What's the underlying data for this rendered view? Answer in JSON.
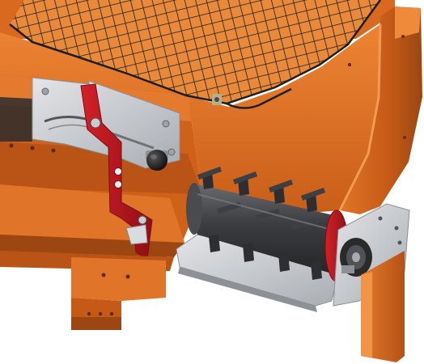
{
  "colors": {
    "background": "#ffffff",
    "orange_body": "#d8691e",
    "orange_light": "#ee8a3a",
    "orange_shadow": "#a34c14",
    "orange_dark": "#7a3810",
    "grid_wire": "#1e1e1e",
    "red_lever": "#c0161e",
    "red_dark": "#7e0d12",
    "steel_plate": "#c9ccd0",
    "steel_dark": "#8d9196",
    "roller_dark": "#3a3b3e",
    "roller_mid": "#55575b",
    "knob_black": "#1a1a1a"
  },
  "parts": [
    {
      "id": "hopper-grid",
      "icon": "wire-mesh-grid"
    },
    {
      "id": "hopper-frame",
      "icon": "orange-sheet-metal-frame"
    },
    {
      "id": "adjustment-plate",
      "icon": "steel-bracket-plate"
    },
    {
      "id": "red-lever",
      "icon": "red-adjustment-lever"
    },
    {
      "id": "control-knob",
      "icon": "black-round-knob"
    },
    {
      "id": "spiked-roller",
      "icon": "spiked-agitator-roller"
    },
    {
      "id": "roller-end-disc",
      "icon": "red-end-disc"
    },
    {
      "id": "bearing-plate",
      "icon": "steel-bearing-plate"
    },
    {
      "id": "lower-rail",
      "icon": "orange-lower-rail"
    },
    {
      "id": "support-leg",
      "icon": "orange-support-leg"
    }
  ]
}
